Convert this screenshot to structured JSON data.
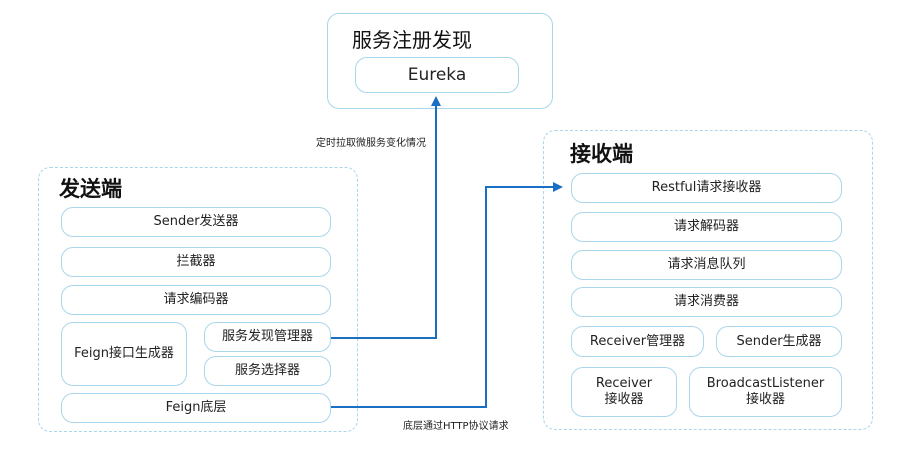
{
  "registry": {
    "title": "服务注册发现",
    "node": "Eureka"
  },
  "sender": {
    "title": "发送端",
    "nodes": {
      "sender_emitter": "Sender发送器",
      "interceptor": "拦截器",
      "request_encoder": "请求编码器",
      "feign_interface_generator": "Feign接口生成器",
      "service_discovery_manager": "服务发现管理器",
      "service_selector": "服务选择器",
      "feign_base": "Feign底层"
    }
  },
  "receiver": {
    "title": "接收端",
    "nodes": {
      "restful_receiver": "Restful请求接收器",
      "request_decoder": "请求解码器",
      "request_queue": "请求消息队列",
      "request_consumer": "请求消费器",
      "receiver_manager": "Receiver管理器",
      "sender_generator": "Sender生成器",
      "receiver_receiver": [
        "Receiver",
        "接收器"
      ],
      "broadcast_listener": [
        "BroadcastListener",
        "接收器"
      ]
    }
  },
  "edges": {
    "pull_label": "定时拉取微服务变化情况",
    "http_label": "底层通过HTTP协议请求"
  },
  "colors": {
    "border": "#a9d6ea",
    "arrow": "#1a6fc4"
  }
}
